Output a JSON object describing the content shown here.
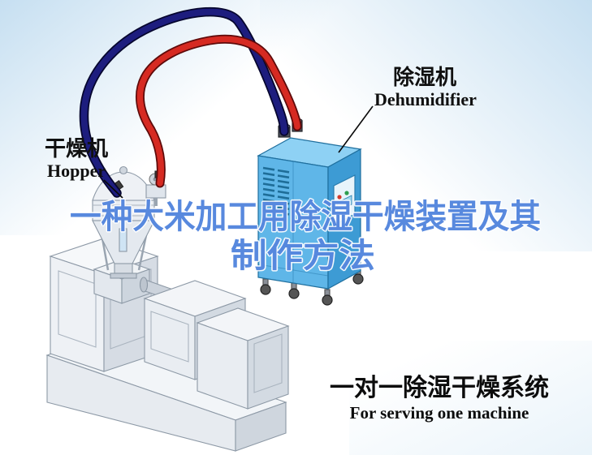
{
  "labels": {
    "dryer": {
      "zh": "干燥机",
      "en": "Hopper"
    },
    "dehumidifier": {
      "zh": "除湿机",
      "en": "Dehumidifier"
    }
  },
  "watermark": {
    "line1": "一种大米加工用除湿干燥装置及其",
    "line2": "制作方法",
    "color": "#3b74d8"
  },
  "caption": {
    "zh": "一对一除湿干燥系统",
    "en": "For serving one machine"
  },
  "colors": {
    "pipe_blue": "#1d1d7e",
    "pipe_blue_outline": "#06062e",
    "pipe_red": "#d62a22",
    "pipe_red_outline": "#5e0a0a",
    "dehumidifier_front": "#5fb6e8",
    "dehumidifier_side": "#3d9bd4",
    "dehumidifier_top": "#8ed1f4",
    "machine_body": "#eef1f5",
    "machine_shade": "#d6dce4",
    "background_wash": "#c6dff1"
  },
  "figures": {
    "dryer_unit": "hopper-dryer-illustration",
    "dehumidifier_unit": "dehumidifier-illustration",
    "extruder": "extruder-machine-illustration",
    "blue_pipe": "dry-air-pipe",
    "red_pipe": "return-air-pipe"
  }
}
